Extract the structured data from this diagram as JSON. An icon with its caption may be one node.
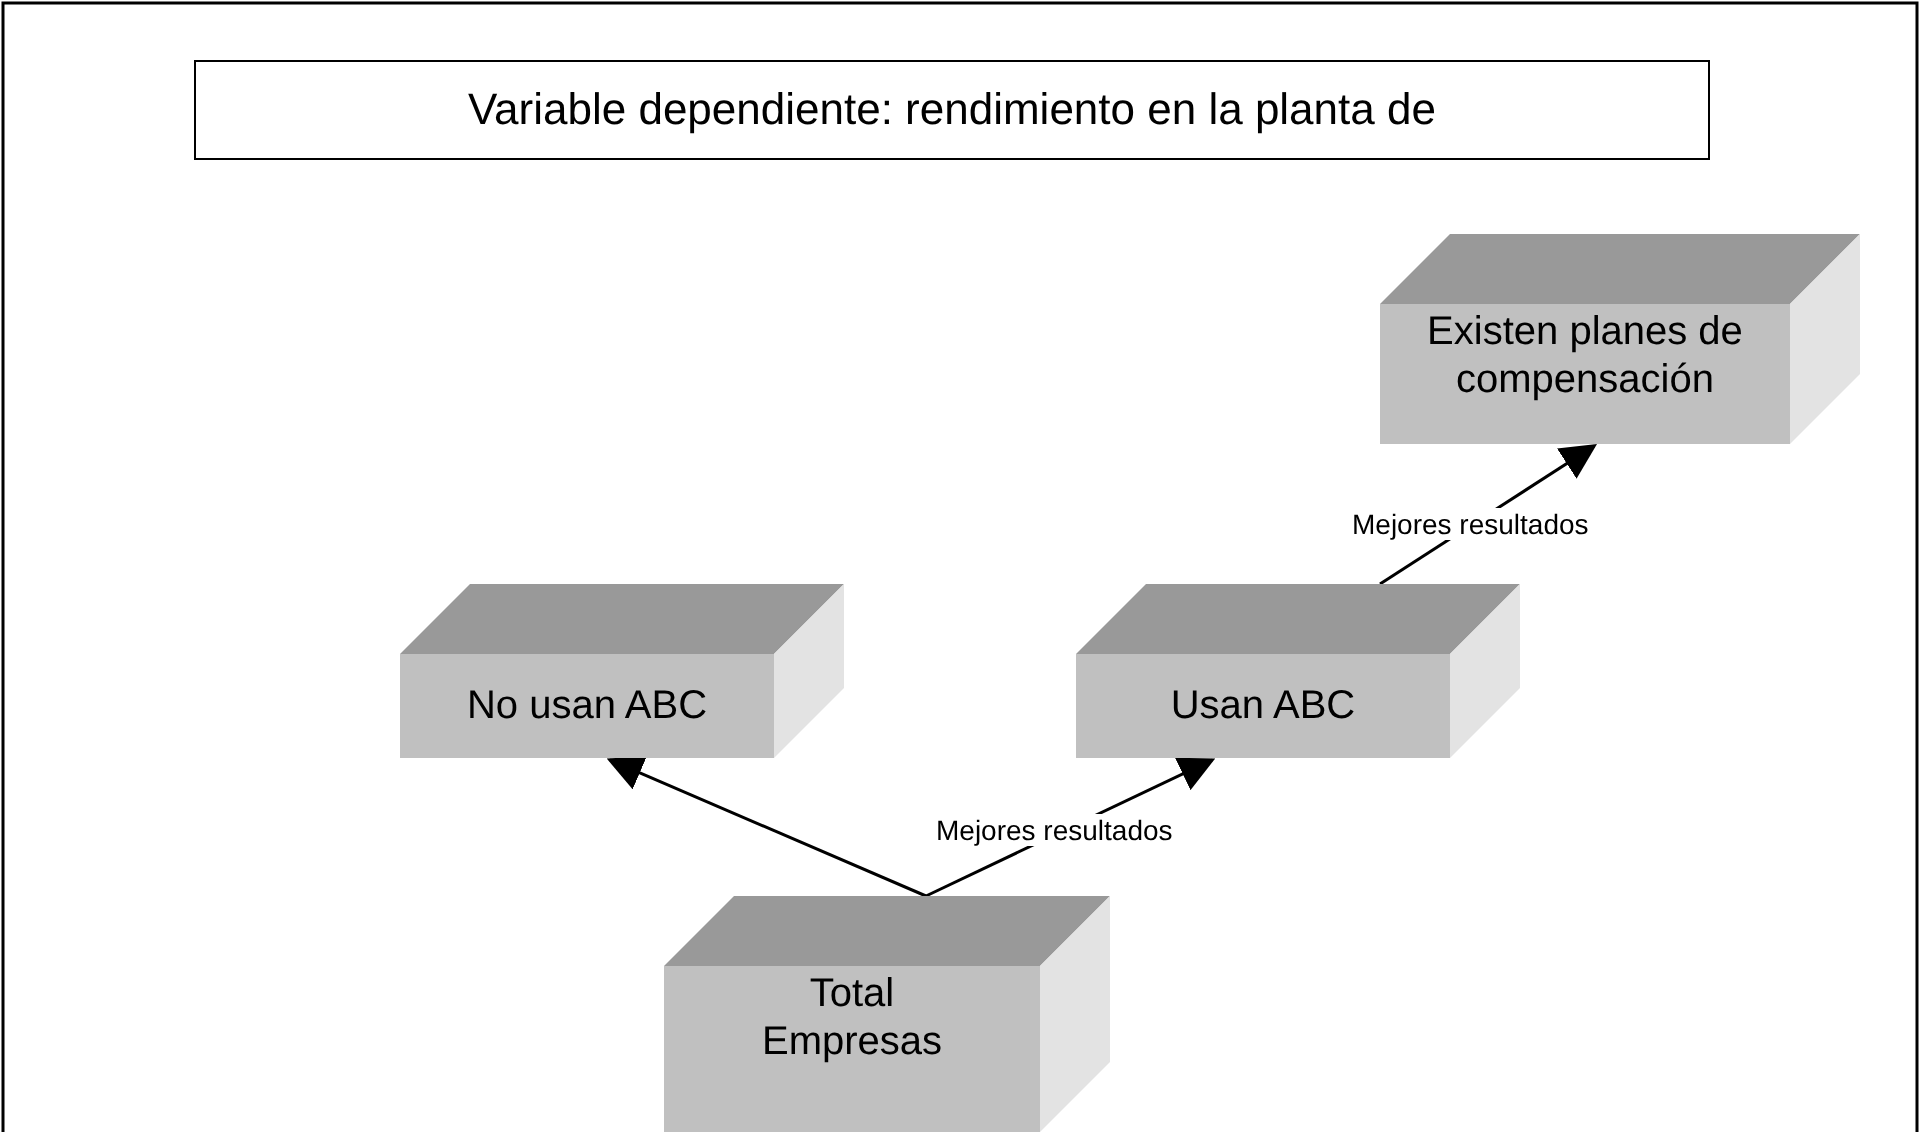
{
  "diagram": {
    "title": "Variable dependiente: rendimiento en la planta de",
    "nodes": [
      {
        "text": [
          "Existen planes de compensación"
        ]
      },
      {
        "text": [
          "No usan ABC"
        ]
      },
      {
        "text": [
          "Usan ABC"
        ]
      },
      {
        "text": [
          "Total Empresas"
        ]
      }
    ],
    "edges": [
      {
        "from": 3,
        "to": 1,
        "arrow": "to"
      },
      {
        "from": 3,
        "to": 2,
        "arrow": "to",
        "label": "Mejores resultados"
      },
      {
        "from": 2,
        "to": 0,
        "arrow": "to",
        "label": "Mejores resultados"
      }
    ]
  }
}
